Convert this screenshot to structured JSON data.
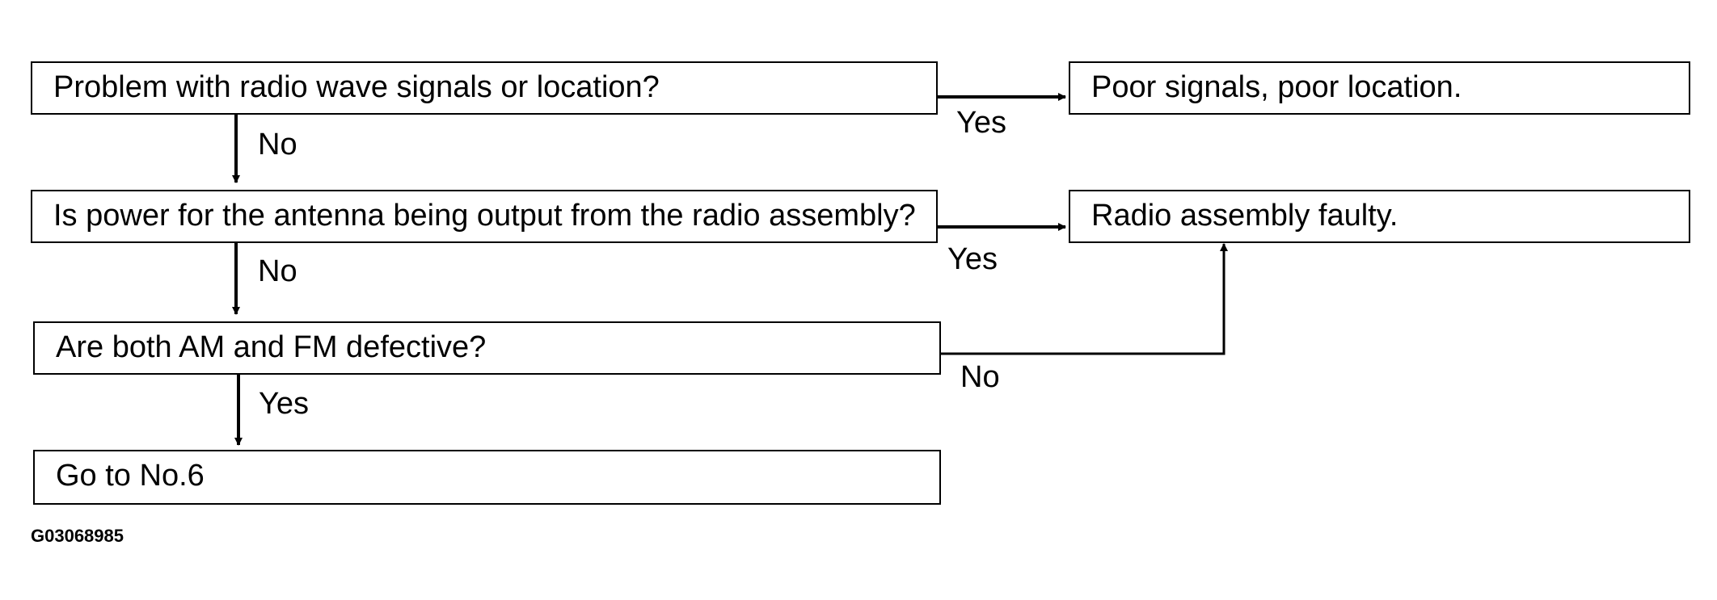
{
  "flowchart": {
    "steps": [
      {
        "text": "Problem with radio wave signals or location?"
      },
      {
        "text": " Is power for the antenna being output from the radio assembly?"
      },
      {
        "text": "Are both AM and FM defective?"
      },
      {
        "text": "Go to No.6"
      }
    ],
    "outcomes": [
      {
        "text": "Poor signals, poor location."
      },
      {
        "text": "Radio assembly faulty."
      }
    ],
    "edge_labels": {
      "step1_yes": "Yes",
      "step1_no": "No",
      "step2_yes": "Yes",
      "step2_no": "No",
      "step3_no": "No",
      "step3_yes": "Yes"
    }
  },
  "figure_id": "G03068985",
  "colors": {
    "stroke": "#000000",
    "background": "#ffffff"
  }
}
